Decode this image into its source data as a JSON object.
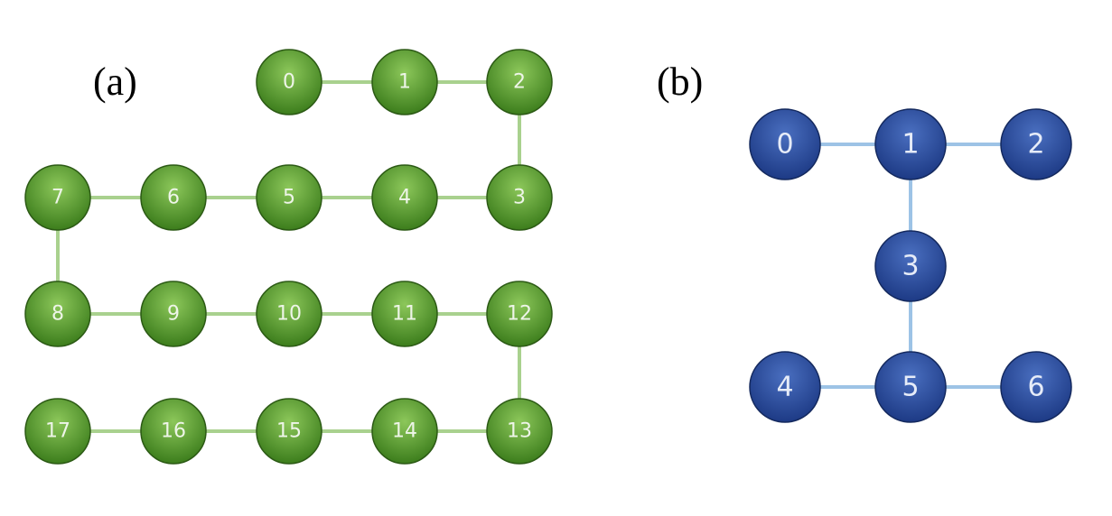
{
  "panel_a": {
    "label": "(a)",
    "colors": {
      "node_light": "#8cc75a",
      "node_dark": "#3c7d1c",
      "node_stroke": "#2c5a15",
      "edge": "#a9d18e",
      "text": "#eef5e8"
    },
    "nodes": [
      {
        "id": "0"
      },
      {
        "id": "1"
      },
      {
        "id": "2"
      },
      {
        "id": "3"
      },
      {
        "id": "4"
      },
      {
        "id": "5"
      },
      {
        "id": "6"
      },
      {
        "id": "7"
      },
      {
        "id": "8"
      },
      {
        "id": "9"
      },
      {
        "id": "10"
      },
      {
        "id": "11"
      },
      {
        "id": "12"
      },
      {
        "id": "13"
      },
      {
        "id": "14"
      },
      {
        "id": "15"
      },
      {
        "id": "16"
      },
      {
        "id": "17"
      }
    ],
    "edges": [
      [
        "0",
        "1"
      ],
      [
        "1",
        "2"
      ],
      [
        "2",
        "3"
      ],
      [
        "3",
        "4"
      ],
      [
        "4",
        "5"
      ],
      [
        "5",
        "6"
      ],
      [
        "6",
        "7"
      ],
      [
        "7",
        "8"
      ],
      [
        "8",
        "9"
      ],
      [
        "9",
        "10"
      ],
      [
        "10",
        "11"
      ],
      [
        "11",
        "12"
      ],
      [
        "12",
        "13"
      ],
      [
        "13",
        "14"
      ],
      [
        "14",
        "15"
      ],
      [
        "15",
        "16"
      ],
      [
        "16",
        "17"
      ]
    ]
  },
  "panel_b": {
    "label": "(b)",
    "colors": {
      "node_light": "#4a6fc0",
      "node_dark": "#1d3a85",
      "node_stroke": "#14295e",
      "edge": "#9dc3e6",
      "text": "#e6ecf8"
    },
    "nodes": [
      {
        "id": "0"
      },
      {
        "id": "1"
      },
      {
        "id": "2"
      },
      {
        "id": "3"
      },
      {
        "id": "4"
      },
      {
        "id": "5"
      },
      {
        "id": "6"
      }
    ],
    "edges": [
      [
        "0",
        "1"
      ],
      [
        "1",
        "2"
      ],
      [
        "1",
        "3"
      ],
      [
        "3",
        "5"
      ],
      [
        "4",
        "5"
      ],
      [
        "5",
        "6"
      ]
    ]
  }
}
